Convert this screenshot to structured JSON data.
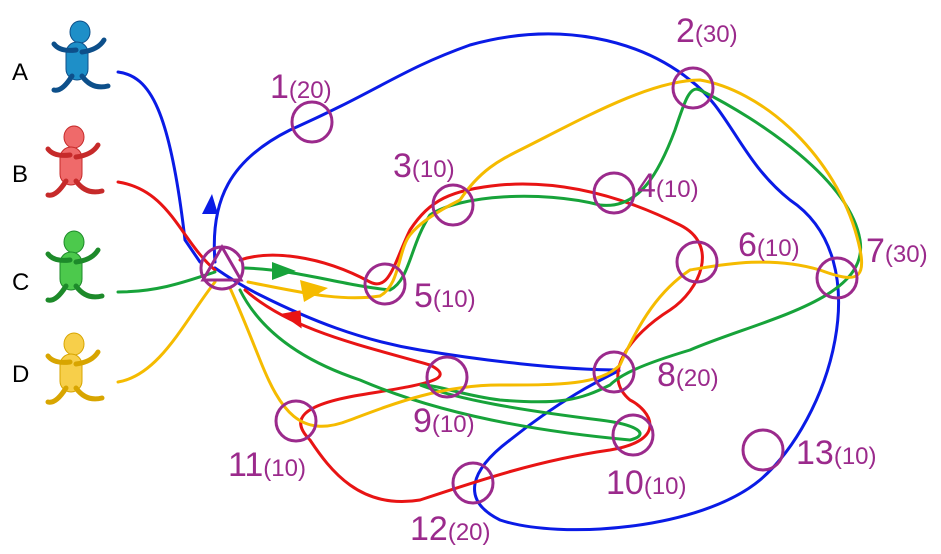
{
  "players": [
    {
      "id": "a",
      "label": "A",
      "color": "#0a1be6",
      "body": "#1e8fc8"
    },
    {
      "id": "b",
      "label": "B",
      "color": "#e81414",
      "body": "#ef6a6a"
    },
    {
      "id": "c",
      "label": "C",
      "color": "#17a33a",
      "body": "#4cc94c"
    },
    {
      "id": "d",
      "label": "D",
      "color": "#f5bb00",
      "body": "#f7cf4a"
    }
  ],
  "nodes": [
    {
      "id": "1",
      "number": "1",
      "score": "(20)"
    },
    {
      "id": "2",
      "number": "2",
      "score": "(30)"
    },
    {
      "id": "3",
      "number": "3",
      "score": "(10)"
    },
    {
      "id": "4",
      "number": "4",
      "score": "(10)"
    },
    {
      "id": "5",
      "number": "5",
      "score": "(10)"
    },
    {
      "id": "6",
      "number": "6",
      "score": "(10)"
    },
    {
      "id": "7",
      "number": "7",
      "score": "(30)"
    },
    {
      "id": "8",
      "number": "8",
      "score": "(20)"
    },
    {
      "id": "9",
      "number": "9",
      "score": "(10)"
    },
    {
      "id": "10",
      "number": "10",
      "score": "(10)"
    },
    {
      "id": "11",
      "number": "11",
      "score": "(10)"
    },
    {
      "id": "12",
      "number": "12",
      "score": "(20)"
    },
    {
      "id": "13",
      "number": "13",
      "score": "(10)"
    }
  ],
  "routes": [
    {
      "player": "A",
      "color": "#0a1be6",
      "sequence": [
        "start",
        "1",
        "2",
        "7",
        "12",
        "8",
        "start"
      ]
    },
    {
      "player": "B",
      "color": "#e81414",
      "sequence": [
        "start",
        "5",
        "3",
        "6",
        "8",
        "10",
        "12",
        "11",
        "9",
        "start"
      ]
    },
    {
      "player": "C",
      "color": "#17a33a",
      "sequence": [
        "start",
        "5",
        "3",
        "4",
        "2",
        "7",
        "8",
        "9",
        "10",
        "start"
      ]
    },
    {
      "player": "D",
      "color": "#f5bb00",
      "sequence": [
        "start",
        "5",
        "3",
        "2",
        "7",
        "6",
        "8",
        "9",
        "11",
        "start"
      ]
    }
  ],
  "colors": {
    "node": "#9b2a8c",
    "background": "#ffffff",
    "label": "#000000"
  }
}
